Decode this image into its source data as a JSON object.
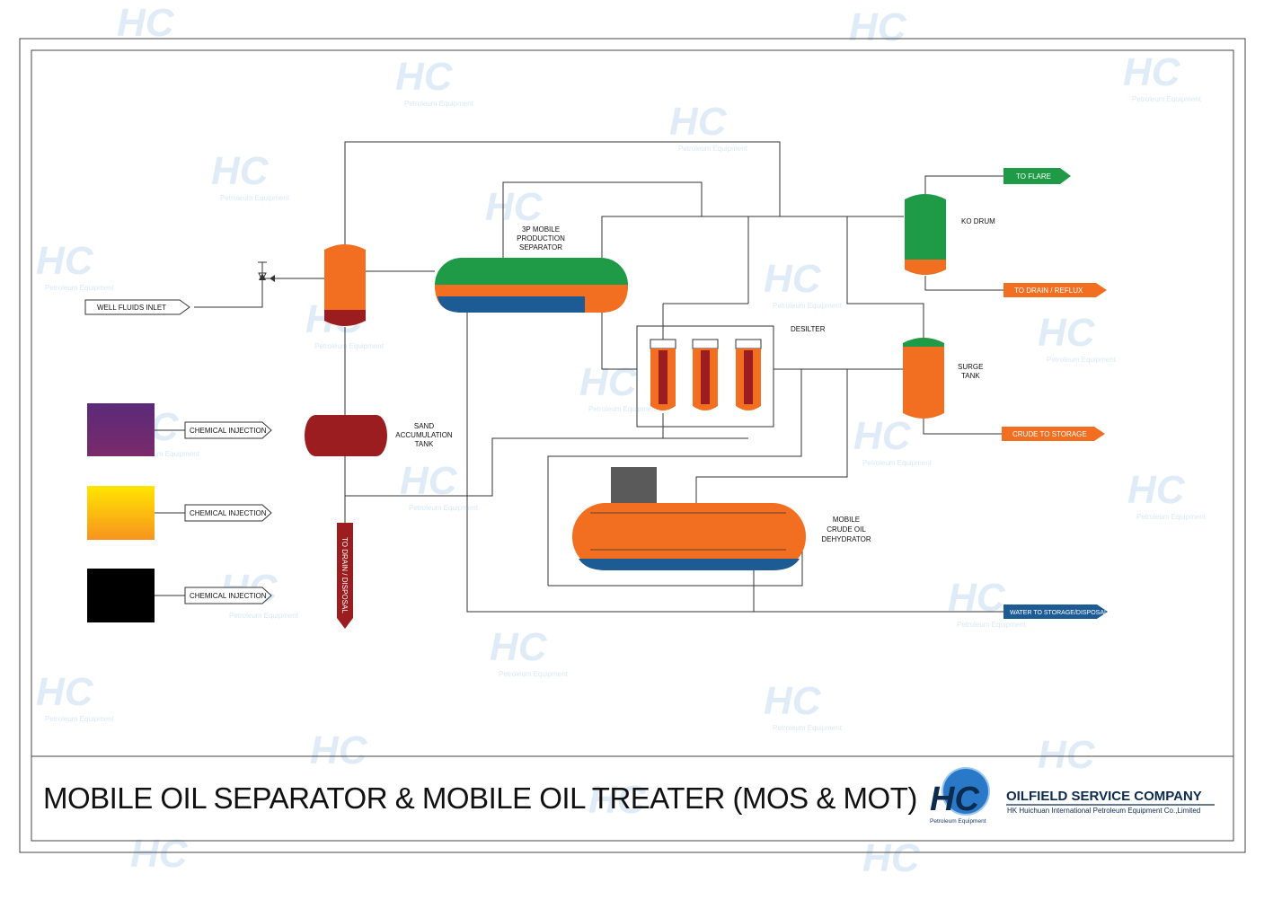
{
  "title": "MOBILE OIL SEPARATOR & MOBILE OIL TREATER (MOS & MOT)",
  "company": {
    "name": "OILFIELD SERVICE COMPANY",
    "subtitle": "HK Huichuan International Petroleum Equipment Co.,Limited",
    "logo_text": "HC",
    "logo_caption": "Petroleum Equipment"
  },
  "watermark": {
    "text": "HC",
    "caption": "Petroleum Equipment"
  },
  "inlet": {
    "label": "WELL FLUIDS INLET"
  },
  "equipment": {
    "separator": [
      "3P MOBILE",
      "PRODUCTION",
      "SEPARATOR"
    ],
    "sand_tank": [
      "SAND",
      "ACCUMULATION",
      "TANK"
    ],
    "desilter": "DESILTER",
    "ko_drum": "KO DRUM",
    "surge_tank": [
      "SURGE",
      "TANK"
    ],
    "dehydrator": [
      "MOBILE",
      "CRUDE OIL",
      "DEHYDRATOR"
    ]
  },
  "outputs": {
    "flare": "TO FLARE",
    "drain_reflux": "TO DRAIN / REFLUX",
    "crude": "CRUDE TO STORAGE",
    "water": "WATER TO STORAGE/DISPOSAL",
    "drain_disposal": "TO DRAIN / DISPOSAL"
  },
  "chemicals": [
    {
      "label": "CHEMICAL INJECTION",
      "color": "#6b2a73"
    },
    {
      "label": "CHEMICAL INJECTION",
      "color": "#ffd21a"
    },
    {
      "label": "CHEMICAL INJECTION",
      "color": "#000000"
    }
  ],
  "colors": {
    "orange": "#f26f21",
    "green": "#1f9a47",
    "blue": "#1c5b94",
    "dark_red": "#9b1d20",
    "gray": "#5a5a5a"
  }
}
